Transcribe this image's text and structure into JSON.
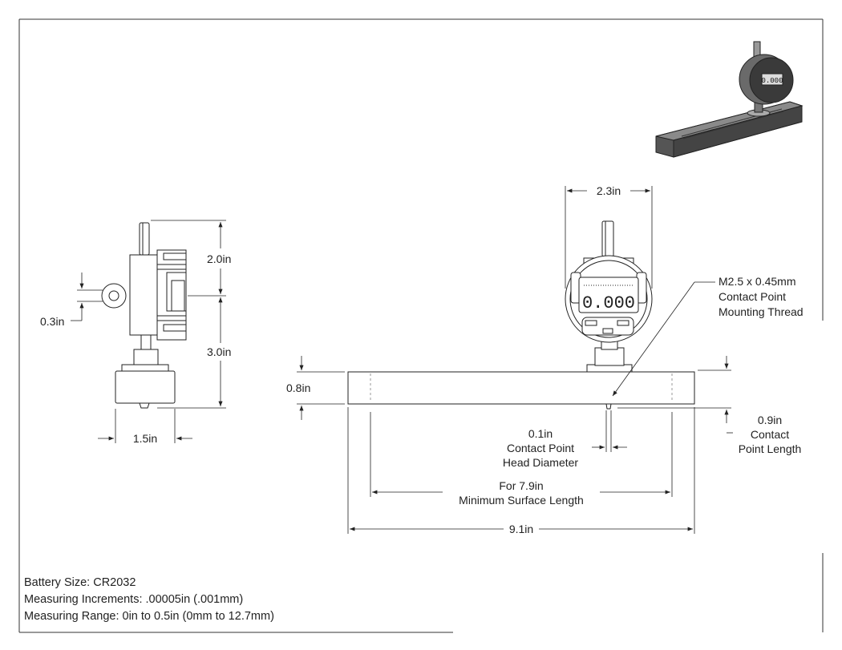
{
  "dimensions": {
    "side_height_top": "2.0in",
    "side_height_bottom": "3.0in",
    "side_tab_offset": "0.3in",
    "side_base_width": "1.5in",
    "gauge_diameter": "2.3in",
    "base_height": "0.8in",
    "thread_spec": [
      "M2.5 x 0.45mm",
      "Contact Point",
      "Mounting Thread"
    ],
    "contact_head": [
      "0.1in",
      "Contact Point",
      "Head Diameter"
    ],
    "contact_length": [
      "0.9in",
      "Contact",
      "Point Length"
    ],
    "min_surface": [
      "For 7.9in",
      "Minimum Surface Length"
    ],
    "overall_length": "9.1in"
  },
  "gauge_display": "0.000",
  "specs": [
    "Battery Size: CR2032",
    "Measuring Increments: .00005in (.001mm)",
    "Measuring Range: 0in to 0.5in (0mm to 12.7mm)"
  ],
  "colors": {
    "line": "#222222",
    "iso_base": "#5a5a5a",
    "iso_base_top": "#8a8a8a"
  }
}
